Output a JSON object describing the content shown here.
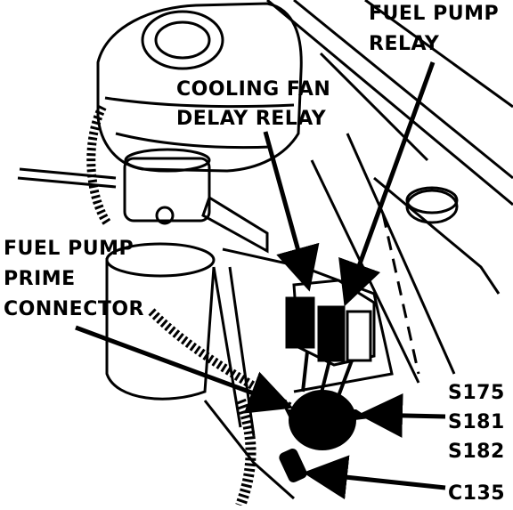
{
  "labels": {
    "fuel_pump_relay": [
      "FUEL PUMP",
      "RELAY"
    ],
    "cooling_fan_delay_relay": [
      "COOLING FAN",
      "DELAY RELAY"
    ],
    "fuel_pump_prime_connector": [
      "FUEL PUMP",
      "PRIME",
      "CONNECTOR"
    ],
    "splices": [
      "S175",
      "S181",
      "S182"
    ],
    "connector": "C135"
  },
  "colors": {
    "ink": "#000000",
    "paper": "#ffffff"
  }
}
